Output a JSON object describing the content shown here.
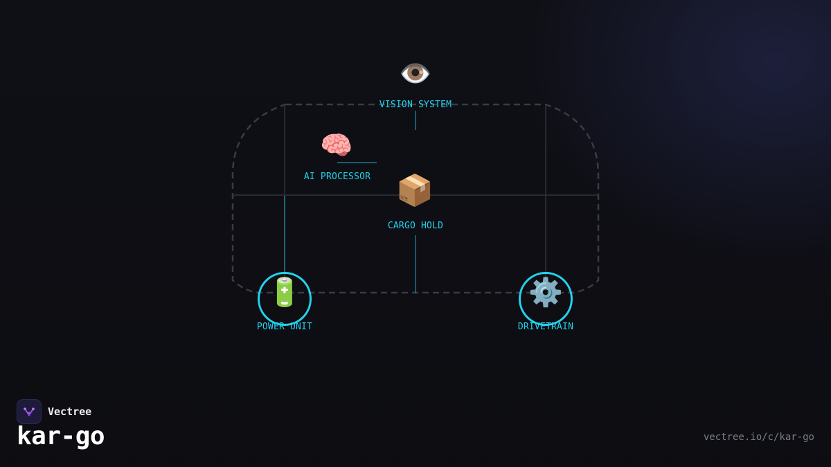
{
  "diagram": {
    "nodes": [
      {
        "id": "vision",
        "label": "VISION SYSTEM",
        "icon": "eye-icon",
        "glyph": "👁️"
      },
      {
        "id": "ai",
        "label": "AI PROCESSOR",
        "icon": "brain-icon",
        "glyph": "🧠"
      },
      {
        "id": "cargo",
        "label": "CARGO HOLD",
        "icon": "package-icon",
        "glyph": "📦"
      },
      {
        "id": "power",
        "label": "POWER UNIT",
        "icon": "battery-icon",
        "glyph": "🔋"
      },
      {
        "id": "drive",
        "label": "DRIVETRAIN",
        "icon": "gear-icon",
        "glyph": "⚙️"
      }
    ],
    "colors": {
      "accent": "#22d3ee",
      "outline": "#3a3c44",
      "frame_lines": "#2a2b31",
      "background": "#0f1016"
    }
  },
  "brand": {
    "name": "Vectree",
    "logo_icon": "vectree-logo-icon",
    "logo_color": "#a855f7"
  },
  "project": {
    "title": "kar-go"
  },
  "footer": {
    "url": "vectree.io/c/kar-go"
  }
}
